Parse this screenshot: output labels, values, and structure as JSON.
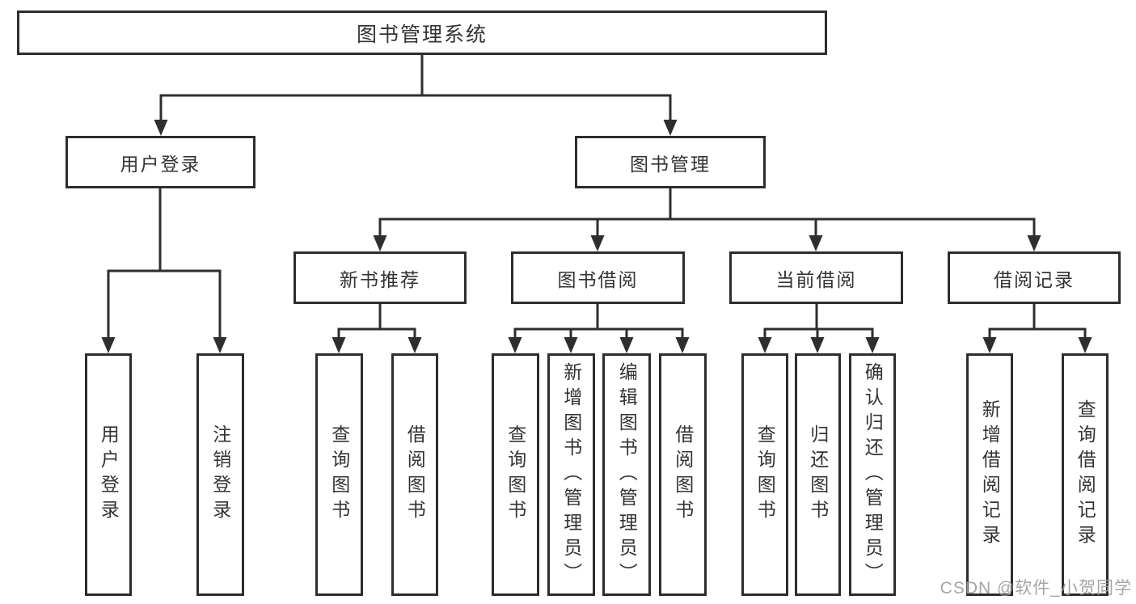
{
  "colors": {
    "line": "#2e2e2e",
    "text": "#333333",
    "watermark": "#9d9d9d",
    "background": "#ffffff"
  },
  "watermark": "CSDN @软件_小贺同学",
  "diagram": {
    "root": {
      "label": "图书管理系统"
    },
    "branches": [
      {
        "label": "用户登录",
        "children": [
          {
            "label": "用户登录"
          },
          {
            "label": "注销登录"
          }
        ]
      },
      {
        "label": "图书管理",
        "children": [
          {
            "label": "新书推荐",
            "children": [
              {
                "label": "查询图书"
              },
              {
                "label": "借阅图书"
              }
            ]
          },
          {
            "label": "图书借阅",
            "children": [
              {
                "label": "查询图书"
              },
              {
                "label": "新增图书（管理员）"
              },
              {
                "label": "编辑图书（管理员）"
              },
              {
                "label": "借阅图书"
              }
            ]
          },
          {
            "label": "当前借阅",
            "children": [
              {
                "label": "查询图书"
              },
              {
                "label": "归还图书"
              },
              {
                "label": "确认归还（管理员）"
              }
            ]
          },
          {
            "label": "借阅记录",
            "children": [
              {
                "label": "新增借阅记录"
              },
              {
                "label": "查询借阅记录"
              }
            ]
          }
        ]
      }
    ]
  }
}
